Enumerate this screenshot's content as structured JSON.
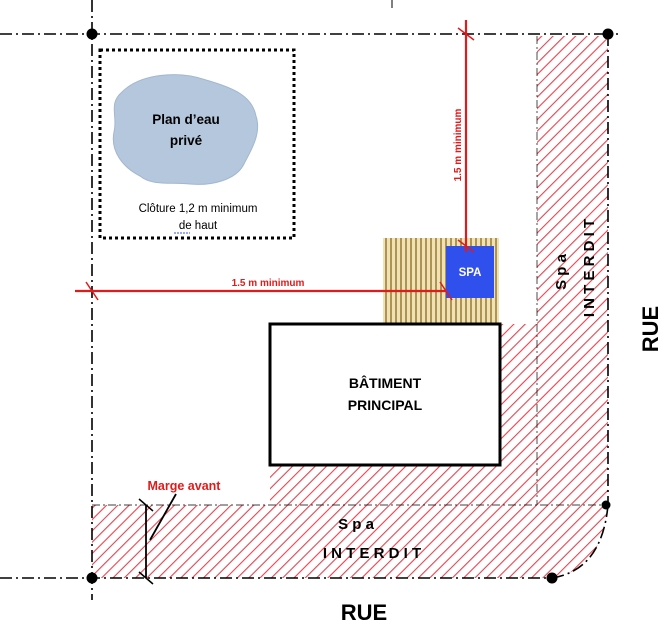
{
  "labels": {
    "pond_line1": "Plan d’eau",
    "pond_line2": "privé",
    "fence_line1": "Clôture 1,2 m minimum",
    "fence_line2": "de haut",
    "spa": "SPA",
    "building_line1": "BÂTIMENT",
    "building_line2": "PRINCIPAL",
    "min_horizontal": "1.5 m minimum",
    "min_vertical": "1.5 m minimum",
    "front_margin": "Marge avant",
    "street_bottom": "RUE",
    "street_right": "RUE",
    "zone_bottom_line1": "S p a",
    "zone_bottom_line2": "I N T E R D I T",
    "zone_right_line1": "S p a",
    "zone_right_line2": "I N T E R D I T"
  },
  "colors": {
    "hatch_red": "#e8424f",
    "dimension_red": "#e01b1b",
    "spa_blue": "#3050ee",
    "pond_blue": "#b4c7dc",
    "deck_brown": "#8a6a1e",
    "deck_bg": "#f0e2b4"
  }
}
